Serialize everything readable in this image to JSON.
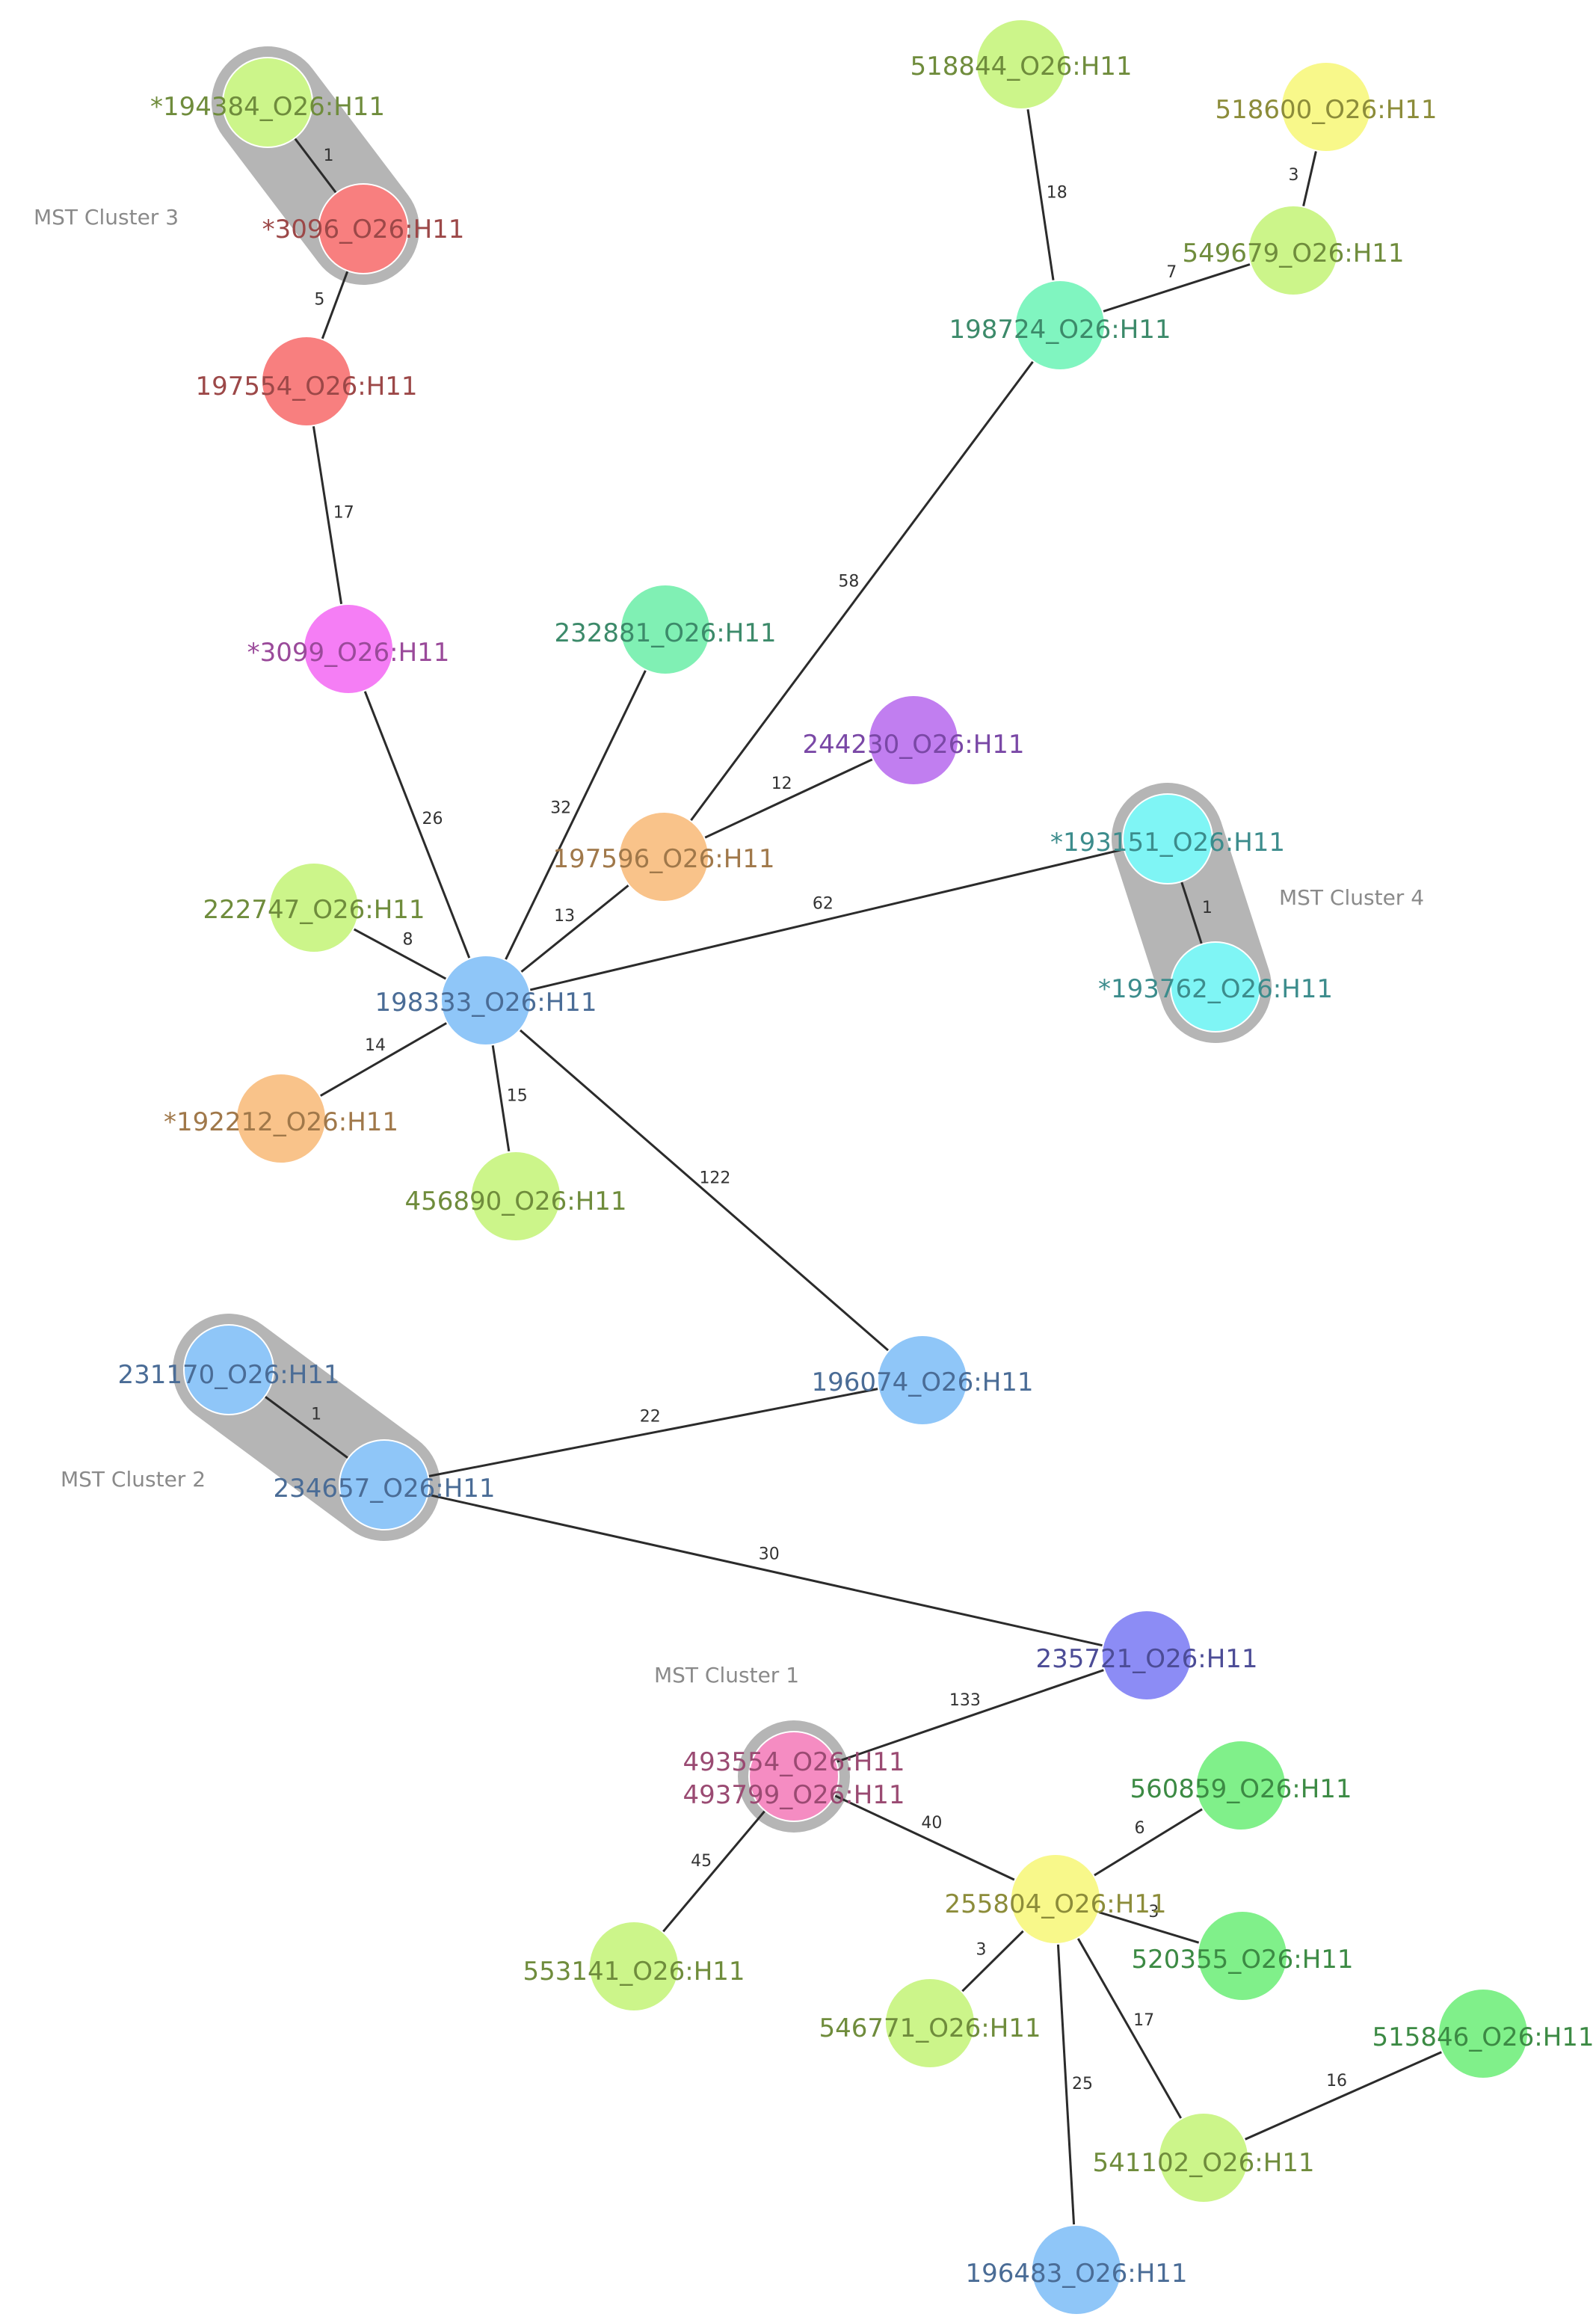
{
  "diagram": {
    "clusters": [
      {
        "id": "c3",
        "label": "MST Cluster 3",
        "members": [
          "n194384",
          "n3096"
        ]
      },
      {
        "id": "c4",
        "label": "MST Cluster 4",
        "members": [
          "n193151",
          "n193762"
        ]
      },
      {
        "id": "c2",
        "label": "MST Cluster 2",
        "members": [
          "n231170",
          "n234657"
        ]
      },
      {
        "id": "c1",
        "label": "MST Cluster 1",
        "members": [
          "n493554"
        ]
      }
    ],
    "nodes": [
      {
        "id": "n194384",
        "label": "*194384_O26:H11",
        "color": "#ccf58a",
        "label_color": "#6f8c3c"
      },
      {
        "id": "n3096",
        "label": "*3096_O26:H11",
        "color": "#f87f7f",
        "label_color": "#9c4848"
      },
      {
        "id": "n197554",
        "label": "197554_O26:H11",
        "color": "#f87f7f",
        "label_color": "#9c4848"
      },
      {
        "id": "n3099",
        "label": "*3099_O26:H11",
        "color": "#f57ef5",
        "label_color": "#9a4a9a"
      },
      {
        "id": "n518844",
        "label": "518844_O26:H11",
        "color": "#ccf58a",
        "label_color": "#6f8c3c"
      },
      {
        "id": "n518600",
        "label": "518600_O26:H11",
        "color": "#f8f88a",
        "label_color": "#8c8c3a"
      },
      {
        "id": "n549679",
        "label": "549679_O26:H11",
        "color": "#ccf58a",
        "label_color": "#6f8c3c"
      },
      {
        "id": "n198724",
        "label": "198724_O26:H11",
        "color": "#80f5c0",
        "label_color": "#3c8a6a"
      },
      {
        "id": "n232881",
        "label": "232881_O26:H11",
        "color": "#80f0b4",
        "label_color": "#3c8a6a"
      },
      {
        "id": "n244230",
        "label": "244230_O26:H11",
        "color": "#c17ef0",
        "label_color": "#7a48a6"
      },
      {
        "id": "n197596",
        "label": "197596_O26:H11",
        "color": "#f9c38a",
        "label_color": "#a0784a"
      },
      {
        "id": "n193151",
        "label": "*193151_O26:H11",
        "color": "#7ff5f5",
        "label_color": "#3c8c8c"
      },
      {
        "id": "n193762",
        "label": "*193762_O26:H11",
        "color": "#7ff5f5",
        "label_color": "#3c8c8c"
      },
      {
        "id": "n222747",
        "label": "222747_O26:H11",
        "color": "#ccf58a",
        "label_color": "#6f8c3c"
      },
      {
        "id": "n198333",
        "label": "198333_O26:H11",
        "color": "#8fc6f8",
        "label_color": "#4a6c96"
      },
      {
        "id": "n192212",
        "label": "*192212_O26:H11",
        "color": "#f9c38a",
        "label_color": "#a0784a"
      },
      {
        "id": "n456890",
        "label": "456890_O26:H11",
        "color": "#ccf58a",
        "label_color": "#6f8c3c"
      },
      {
        "id": "n196074",
        "label": "196074_O26:H11",
        "color": "#8fc6f8",
        "label_color": "#4a6c96"
      },
      {
        "id": "n231170",
        "label": "231170_O26:H11",
        "color": "#8fc6f8",
        "label_color": "#4a6c96"
      },
      {
        "id": "n234657",
        "label": "234657_O26:H11",
        "color": "#8fc6f8",
        "label_color": "#4a6c96"
      },
      {
        "id": "n235721",
        "label": "235721_O26:H11",
        "color": "#8c8cf5",
        "label_color": "#4c4c96"
      },
      {
        "id": "n493554",
        "label": "493554_O26:H11",
        "label2": "493799_O26:H11",
        "color": "#f58cc2",
        "label_color": "#9a4a72"
      },
      {
        "id": "n560859",
        "label": "560859_O26:H11",
        "color": "#80f08a",
        "label_color": "#3c8a44"
      },
      {
        "id": "n255804",
        "label": "255804_O26:H11",
        "color": "#f8f88a",
        "label_color": "#8c8c3a"
      },
      {
        "id": "n520355",
        "label": "520355_O26:H11",
        "color": "#80f08a",
        "label_color": "#3c8a44"
      },
      {
        "id": "n553141",
        "label": "553141_O26:H11",
        "color": "#ccf58a",
        "label_color": "#6f8c3c"
      },
      {
        "id": "n546771",
        "label": "546771_O26:H11",
        "color": "#ccf58a",
        "label_color": "#6f8c3c"
      },
      {
        "id": "n515846",
        "label": "515846_O26:H11",
        "color": "#80f08a",
        "label_color": "#3c8a44"
      },
      {
        "id": "n541102",
        "label": "541102_O26:H11",
        "color": "#ccf58a",
        "label_color": "#6f8c3c"
      },
      {
        "id": "n196483",
        "label": "196483_O26:H11",
        "color": "#8fc6f8",
        "label_color": "#4a6c96"
      }
    ],
    "edges": [
      {
        "from": "n194384",
        "to": "n3096",
        "weight": "1"
      },
      {
        "from": "n3096",
        "to": "n197554",
        "weight": "5"
      },
      {
        "from": "n197554",
        "to": "n3099",
        "weight": "17"
      },
      {
        "from": "n3099",
        "to": "n198333",
        "weight": "26"
      },
      {
        "from": "n518844",
        "to": "n198724",
        "weight": "18"
      },
      {
        "from": "n518600",
        "to": "n549679",
        "weight": "3"
      },
      {
        "from": "n549679",
        "to": "n198724",
        "weight": "7"
      },
      {
        "from": "n198724",
        "to": "n197596",
        "weight": "58"
      },
      {
        "from": "n232881",
        "to": "n198333",
        "weight": "32"
      },
      {
        "from": "n244230",
        "to": "n197596",
        "weight": "12"
      },
      {
        "from": "n197596",
        "to": "n198333",
        "weight": "13"
      },
      {
        "from": "n193151",
        "to": "n198333",
        "weight": "62"
      },
      {
        "from": "n193151",
        "to": "n193762",
        "weight": "1"
      },
      {
        "from": "n222747",
        "to": "n198333",
        "weight": "8"
      },
      {
        "from": "n192212",
        "to": "n198333",
        "weight": "14"
      },
      {
        "from": "n456890",
        "to": "n198333",
        "weight": "15"
      },
      {
        "from": "n198333",
        "to": "n196074",
        "weight": "122"
      },
      {
        "from": "n231170",
        "to": "n234657",
        "weight": "1"
      },
      {
        "from": "n234657",
        "to": "n196074",
        "weight": "22"
      },
      {
        "from": "n234657",
        "to": "n235721",
        "weight": "30"
      },
      {
        "from": "n235721",
        "to": "n493554",
        "weight": "133"
      },
      {
        "from": "n493554",
        "to": "n553141",
        "weight": "45"
      },
      {
        "from": "n493554",
        "to": "n255804",
        "weight": "40"
      },
      {
        "from": "n255804",
        "to": "n560859",
        "weight": "6"
      },
      {
        "from": "n255804",
        "to": "n520355",
        "weight": "3"
      },
      {
        "from": "n255804",
        "to": "n546771",
        "weight": "3"
      },
      {
        "from": "n255804",
        "to": "n541102",
        "weight": "17"
      },
      {
        "from": "n255804",
        "to": "n196483",
        "weight": "25"
      },
      {
        "from": "n541102",
        "to": "n515846",
        "weight": "16"
      }
    ]
  }
}
